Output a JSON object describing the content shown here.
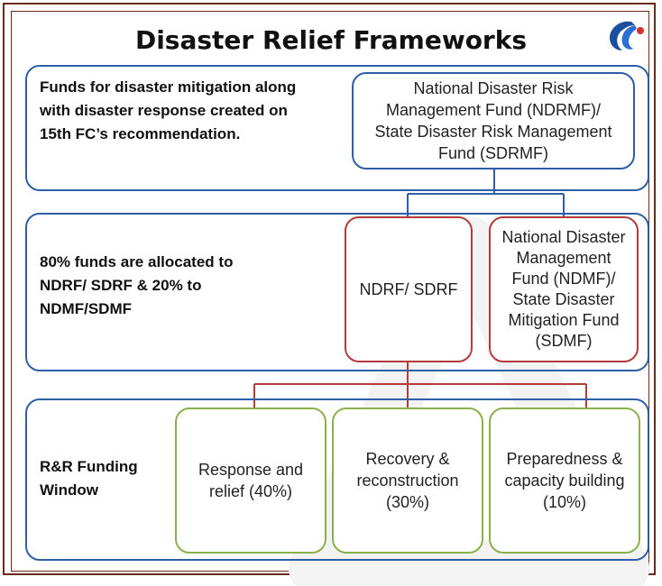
{
  "title": "Disaster Relief Frameworks",
  "logo": {
    "icon": "brand-logo-icon",
    "colors": [
      "#1d4fa0",
      "#d32f2f"
    ]
  },
  "colors": {
    "frame": "#6b2a1c",
    "panel_border": "#2c5fa8",
    "red_border": "#b53a3a",
    "green_border": "#8bb04a"
  },
  "row1": {
    "description": "Funds for disaster mitigation along with disaster response created on 15th FC’s recommendation.",
    "box": "National Disaster Risk Management Fund (NDRMF)/ State Disaster Risk Management Fund (SDRMF)"
  },
  "row2": {
    "description": "80% funds are allocated to NDRF/ SDRF & 20% to NDMF/SDMF",
    "box_left": "NDRF/ SDRF",
    "box_right": "National Disaster Management Fund (NDMF)/ State Disaster Mitigation Fund (SDMF)"
  },
  "row3": {
    "description": "R&R Funding Window",
    "windows": [
      "Response and relief (40%)",
      "Recovery & reconstruction (30%)",
      "Preparedness & capacity building (10%)"
    ]
  }
}
